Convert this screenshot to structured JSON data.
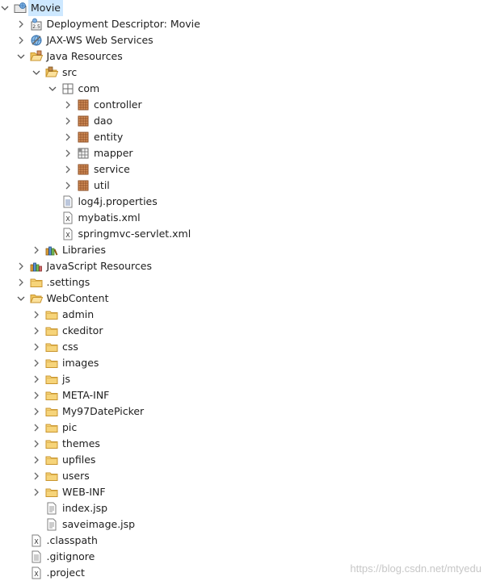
{
  "tree": [
    {
      "label": "Movie",
      "depth": 0,
      "toggle": "expanded",
      "icon": "project-icon",
      "selected": true
    },
    {
      "label": "Deployment Descriptor: Movie",
      "depth": 1,
      "toggle": "collapsed",
      "icon": "deployment-descriptor-icon"
    },
    {
      "label": "JAX-WS Web Services",
      "depth": 1,
      "toggle": "collapsed",
      "icon": "web-services-icon"
    },
    {
      "label": "Java Resources",
      "depth": 1,
      "toggle": "expanded",
      "icon": "java-resources-icon"
    },
    {
      "label": "src",
      "depth": 2,
      "toggle": "expanded",
      "icon": "source-folder-icon"
    },
    {
      "label": "com",
      "depth": 3,
      "toggle": "expanded",
      "icon": "empty-package-icon"
    },
    {
      "label": "controller",
      "depth": 4,
      "toggle": "collapsed",
      "icon": "package-icon"
    },
    {
      "label": "dao",
      "depth": 4,
      "toggle": "collapsed",
      "icon": "package-icon"
    },
    {
      "label": "entity",
      "depth": 4,
      "toggle": "collapsed",
      "icon": "package-icon"
    },
    {
      "label": "mapper",
      "depth": 4,
      "toggle": "collapsed",
      "icon": "resource-package-icon"
    },
    {
      "label": "service",
      "depth": 4,
      "toggle": "collapsed",
      "icon": "package-icon"
    },
    {
      "label": "util",
      "depth": 4,
      "toggle": "collapsed",
      "icon": "package-icon"
    },
    {
      "label": "log4j.properties",
      "depth": 3,
      "toggle": "none",
      "icon": "properties-file-icon"
    },
    {
      "label": "mybatis.xml",
      "depth": 3,
      "toggle": "none",
      "icon": "xml-file-icon"
    },
    {
      "label": "springmvc-servlet.xml",
      "depth": 3,
      "toggle": "none",
      "icon": "xml-file-icon"
    },
    {
      "label": "Libraries",
      "depth": 2,
      "toggle": "collapsed",
      "icon": "libraries-icon"
    },
    {
      "label": "JavaScript Resources",
      "depth": 1,
      "toggle": "collapsed",
      "icon": "javascript-resources-icon"
    },
    {
      "label": ".settings",
      "depth": 1,
      "toggle": "collapsed",
      "icon": "folder-icon"
    },
    {
      "label": "WebContent",
      "depth": 1,
      "toggle": "expanded",
      "icon": "open-folder-icon"
    },
    {
      "label": "admin",
      "depth": 2,
      "toggle": "collapsed",
      "icon": "folder-icon"
    },
    {
      "label": "ckeditor",
      "depth": 2,
      "toggle": "collapsed",
      "icon": "folder-icon"
    },
    {
      "label": "css",
      "depth": 2,
      "toggle": "collapsed",
      "icon": "folder-icon"
    },
    {
      "label": "images",
      "depth": 2,
      "toggle": "collapsed",
      "icon": "folder-icon"
    },
    {
      "label": "js",
      "depth": 2,
      "toggle": "collapsed",
      "icon": "folder-icon"
    },
    {
      "label": "META-INF",
      "depth": 2,
      "toggle": "collapsed",
      "icon": "folder-icon"
    },
    {
      "label": "My97DatePicker",
      "depth": 2,
      "toggle": "collapsed",
      "icon": "folder-icon"
    },
    {
      "label": "pic",
      "depth": 2,
      "toggle": "collapsed",
      "icon": "folder-icon"
    },
    {
      "label": "themes",
      "depth": 2,
      "toggle": "collapsed",
      "icon": "folder-icon"
    },
    {
      "label": "upfiles",
      "depth": 2,
      "toggle": "collapsed",
      "icon": "folder-icon"
    },
    {
      "label": "users",
      "depth": 2,
      "toggle": "collapsed",
      "icon": "folder-icon"
    },
    {
      "label": "WEB-INF",
      "depth": 2,
      "toggle": "collapsed",
      "icon": "folder-icon"
    },
    {
      "label": "index.jsp",
      "depth": 2,
      "toggle": "none",
      "icon": "jsp-file-icon"
    },
    {
      "label": "saveimage.jsp",
      "depth": 2,
      "toggle": "none",
      "icon": "jsp-file-icon"
    },
    {
      "label": ".classpath",
      "depth": 1,
      "toggle": "none",
      "icon": "xml-file-icon"
    },
    {
      "label": ".gitignore",
      "depth": 1,
      "toggle": "none",
      "icon": "text-file-icon"
    },
    {
      "label": ".project",
      "depth": 1,
      "toggle": "none",
      "icon": "xml-file-icon"
    }
  ],
  "watermark": "https://blog.csdn.net/mtyedu",
  "colors": {
    "selection": "#cde8ff",
    "folder": "#e8b84a",
    "package": "#b4663a"
  }
}
